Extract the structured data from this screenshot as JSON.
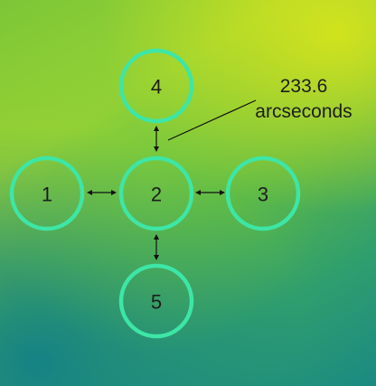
{
  "nodes": [
    {
      "id": "1",
      "label": "1"
    },
    {
      "id": "2",
      "label": "2"
    },
    {
      "id": "3",
      "label": "3"
    },
    {
      "id": "4",
      "label": "4"
    },
    {
      "id": "5",
      "label": "5"
    }
  ],
  "edges": [
    {
      "from": "1",
      "to": "2",
      "arrows": "both"
    },
    {
      "from": "2",
      "to": "3",
      "arrows": "both"
    },
    {
      "from": "4",
      "to": "2",
      "arrows": "both"
    },
    {
      "from": "2",
      "to": "5",
      "arrows": "both"
    }
  ],
  "annotation": {
    "value": "233.6",
    "unit": "arcseconds",
    "points_to_edge": "4-2"
  },
  "colors": {
    "node_ring": "#3de6a6",
    "text": "#1d1d1d",
    "arrow": "#111111",
    "background_top_right": "#d6e41c",
    "background_bottom_left": "#1a8a82"
  }
}
